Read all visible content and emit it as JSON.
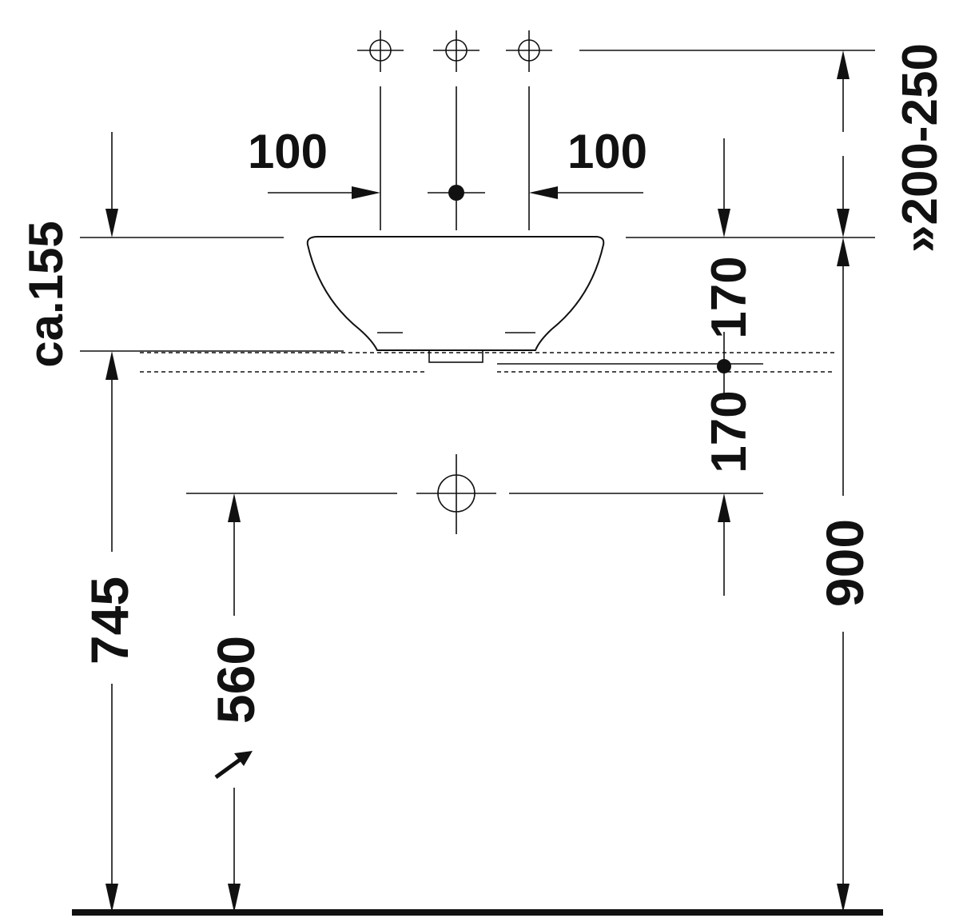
{
  "dimensions": {
    "left_spacing": "100",
    "right_spacing": "100",
    "bowl_height": "ca.155",
    "tap_height_range": "200-250",
    "tap_height_prefix": "»",
    "side_upper": "170",
    "side_lower": "170",
    "counter_height": "745",
    "drain_height": "560",
    "total_height": "900"
  },
  "colors": {
    "line": "#111111",
    "background": "#ffffff"
  }
}
